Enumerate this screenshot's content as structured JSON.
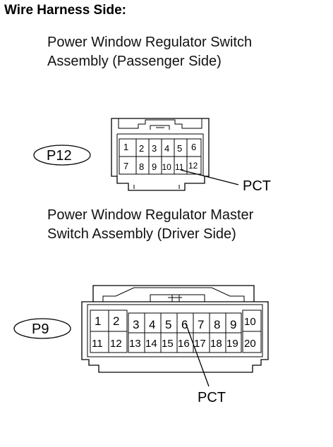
{
  "heading": "Wire Harness Side:",
  "connector_p12": {
    "caption_line1": "Power Window Regulator Switch",
    "caption_line2": "Assembly (Passenger Side)",
    "id": "P12",
    "pins_top": [
      "1",
      "2",
      "3",
      "4",
      "5",
      "6"
    ],
    "pins_bottom": [
      "7",
      "8",
      "9",
      "10",
      "11",
      "12"
    ],
    "callout": "PCT"
  },
  "connector_p9": {
    "caption_line1": "Power Window Regulator Master",
    "caption_line2": "Switch Assembly (Driver Side)",
    "id": "P9",
    "pins_top": [
      "1",
      "2",
      "3",
      "4",
      "5",
      "6",
      "7",
      "8",
      "9",
      "10"
    ],
    "pins_bottom": [
      "11",
      "12",
      "13",
      "14",
      "15",
      "16",
      "17",
      "18",
      "19",
      "20"
    ],
    "callout": "PCT"
  }
}
